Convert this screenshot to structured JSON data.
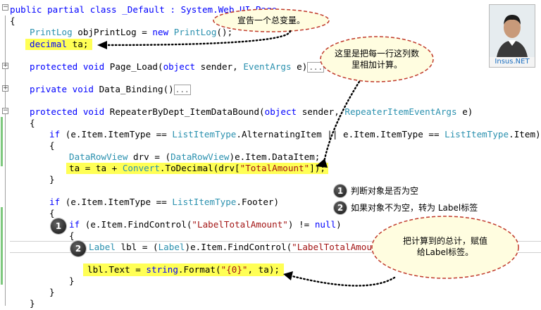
{
  "code": {
    "line_class": "public partial class _Default : System.Web.UI.Page",
    "line_open1": "{",
    "printlog_type": "PrintLog",
    "printlog_mid": " objPrintLog = ",
    "printlog_new": "new",
    "printlog_ctor": "PrintLog",
    "printlog_end": "();",
    "decimal_kw": "decimal",
    "decimal_rest": " ta;",
    "pageload_kw": "protected void",
    "pageload_name": " Page_Load(",
    "pageload_obj": "object",
    "pageload_mid": " sender, ",
    "pageload_type": "EventArgs",
    "pageload_end": " e)",
    "collapsed_marker": "...",
    "binding_kw": "private void",
    "binding_name": " Data_Binding()",
    "repeater_kw": "protected void",
    "repeater_name": " RepeaterByDept_ItemDataBound(",
    "repeater_obj": "object",
    "repeater_mid": " sender, ",
    "repeater_type": "RepeaterItemEventArgs",
    "repeater_end": " e)",
    "brace_open": "{",
    "brace_close": "}",
    "if1_kw": "if",
    "if1_a": " (e.Item.ItemType == ",
    "if1_t1": "ListItemType",
    "if1_b": ".AlternatingItem || e.Item.ItemType == ",
    "if1_t2": "ListItemType",
    "if1_c": ".Item)",
    "drv_type": "DataRowView",
    "drv_a": " drv = (",
    "drv_type2": "DataRowView",
    "drv_b": ")e.Item.DataItem;",
    "ta_a": "ta = ta + ",
    "ta_conv": "Convert",
    "ta_b": ".ToDecimal(drv[",
    "ta_str": "\"TotalAmount\"",
    "ta_c": "]);",
    "if2_kw": "if",
    "if2_a": " (e.Item.ItemType == ",
    "if2_t": "ListItemType",
    "if2_b": ".Footer)",
    "if3_kw": "if",
    "if3_a": " (e.Item.FindControl(",
    "if3_str": "\"LabelTotalAmount\"",
    "if3_b": ") != ",
    "if3_null": "null",
    "if3_c": ")",
    "lbl_type": "Label",
    "lbl_a": " lbl = (",
    "lbl_type2": "Label",
    "lbl_b": ")e.Item.FindControl(",
    "lbl_str": "\"LabelTotalAmount\"",
    "lbl_c": ");",
    "text_a": "lbl.Text = ",
    "text_kw": "string",
    "text_b": ".Format(",
    "text_str": "\"{0}\"",
    "text_c": ", ta);"
  },
  "annotations": {
    "bubble1": "宣告一个总变量。",
    "bubble2_line1": "这里是把每一行这列数",
    "bubble2_line2": "里相加计算。",
    "note1": "判断对象是否为空",
    "note2": "如果对象不为空，转为 Label标签",
    "bubble3_line1": "把计算到的总计，赋值",
    "bubble3_line2": "给Label标签。",
    "num1": "1",
    "num2": "2",
    "marker1": "1",
    "marker2": "2"
  },
  "avatar": {
    "name": "Insus.NET"
  },
  "colors": {
    "keyword": "#0000ff",
    "type": "#2b91af",
    "string": "#a31515",
    "highlight": "#ffff55",
    "bubble_border": "#c0392b",
    "bubble_fill": "#fffde0"
  }
}
